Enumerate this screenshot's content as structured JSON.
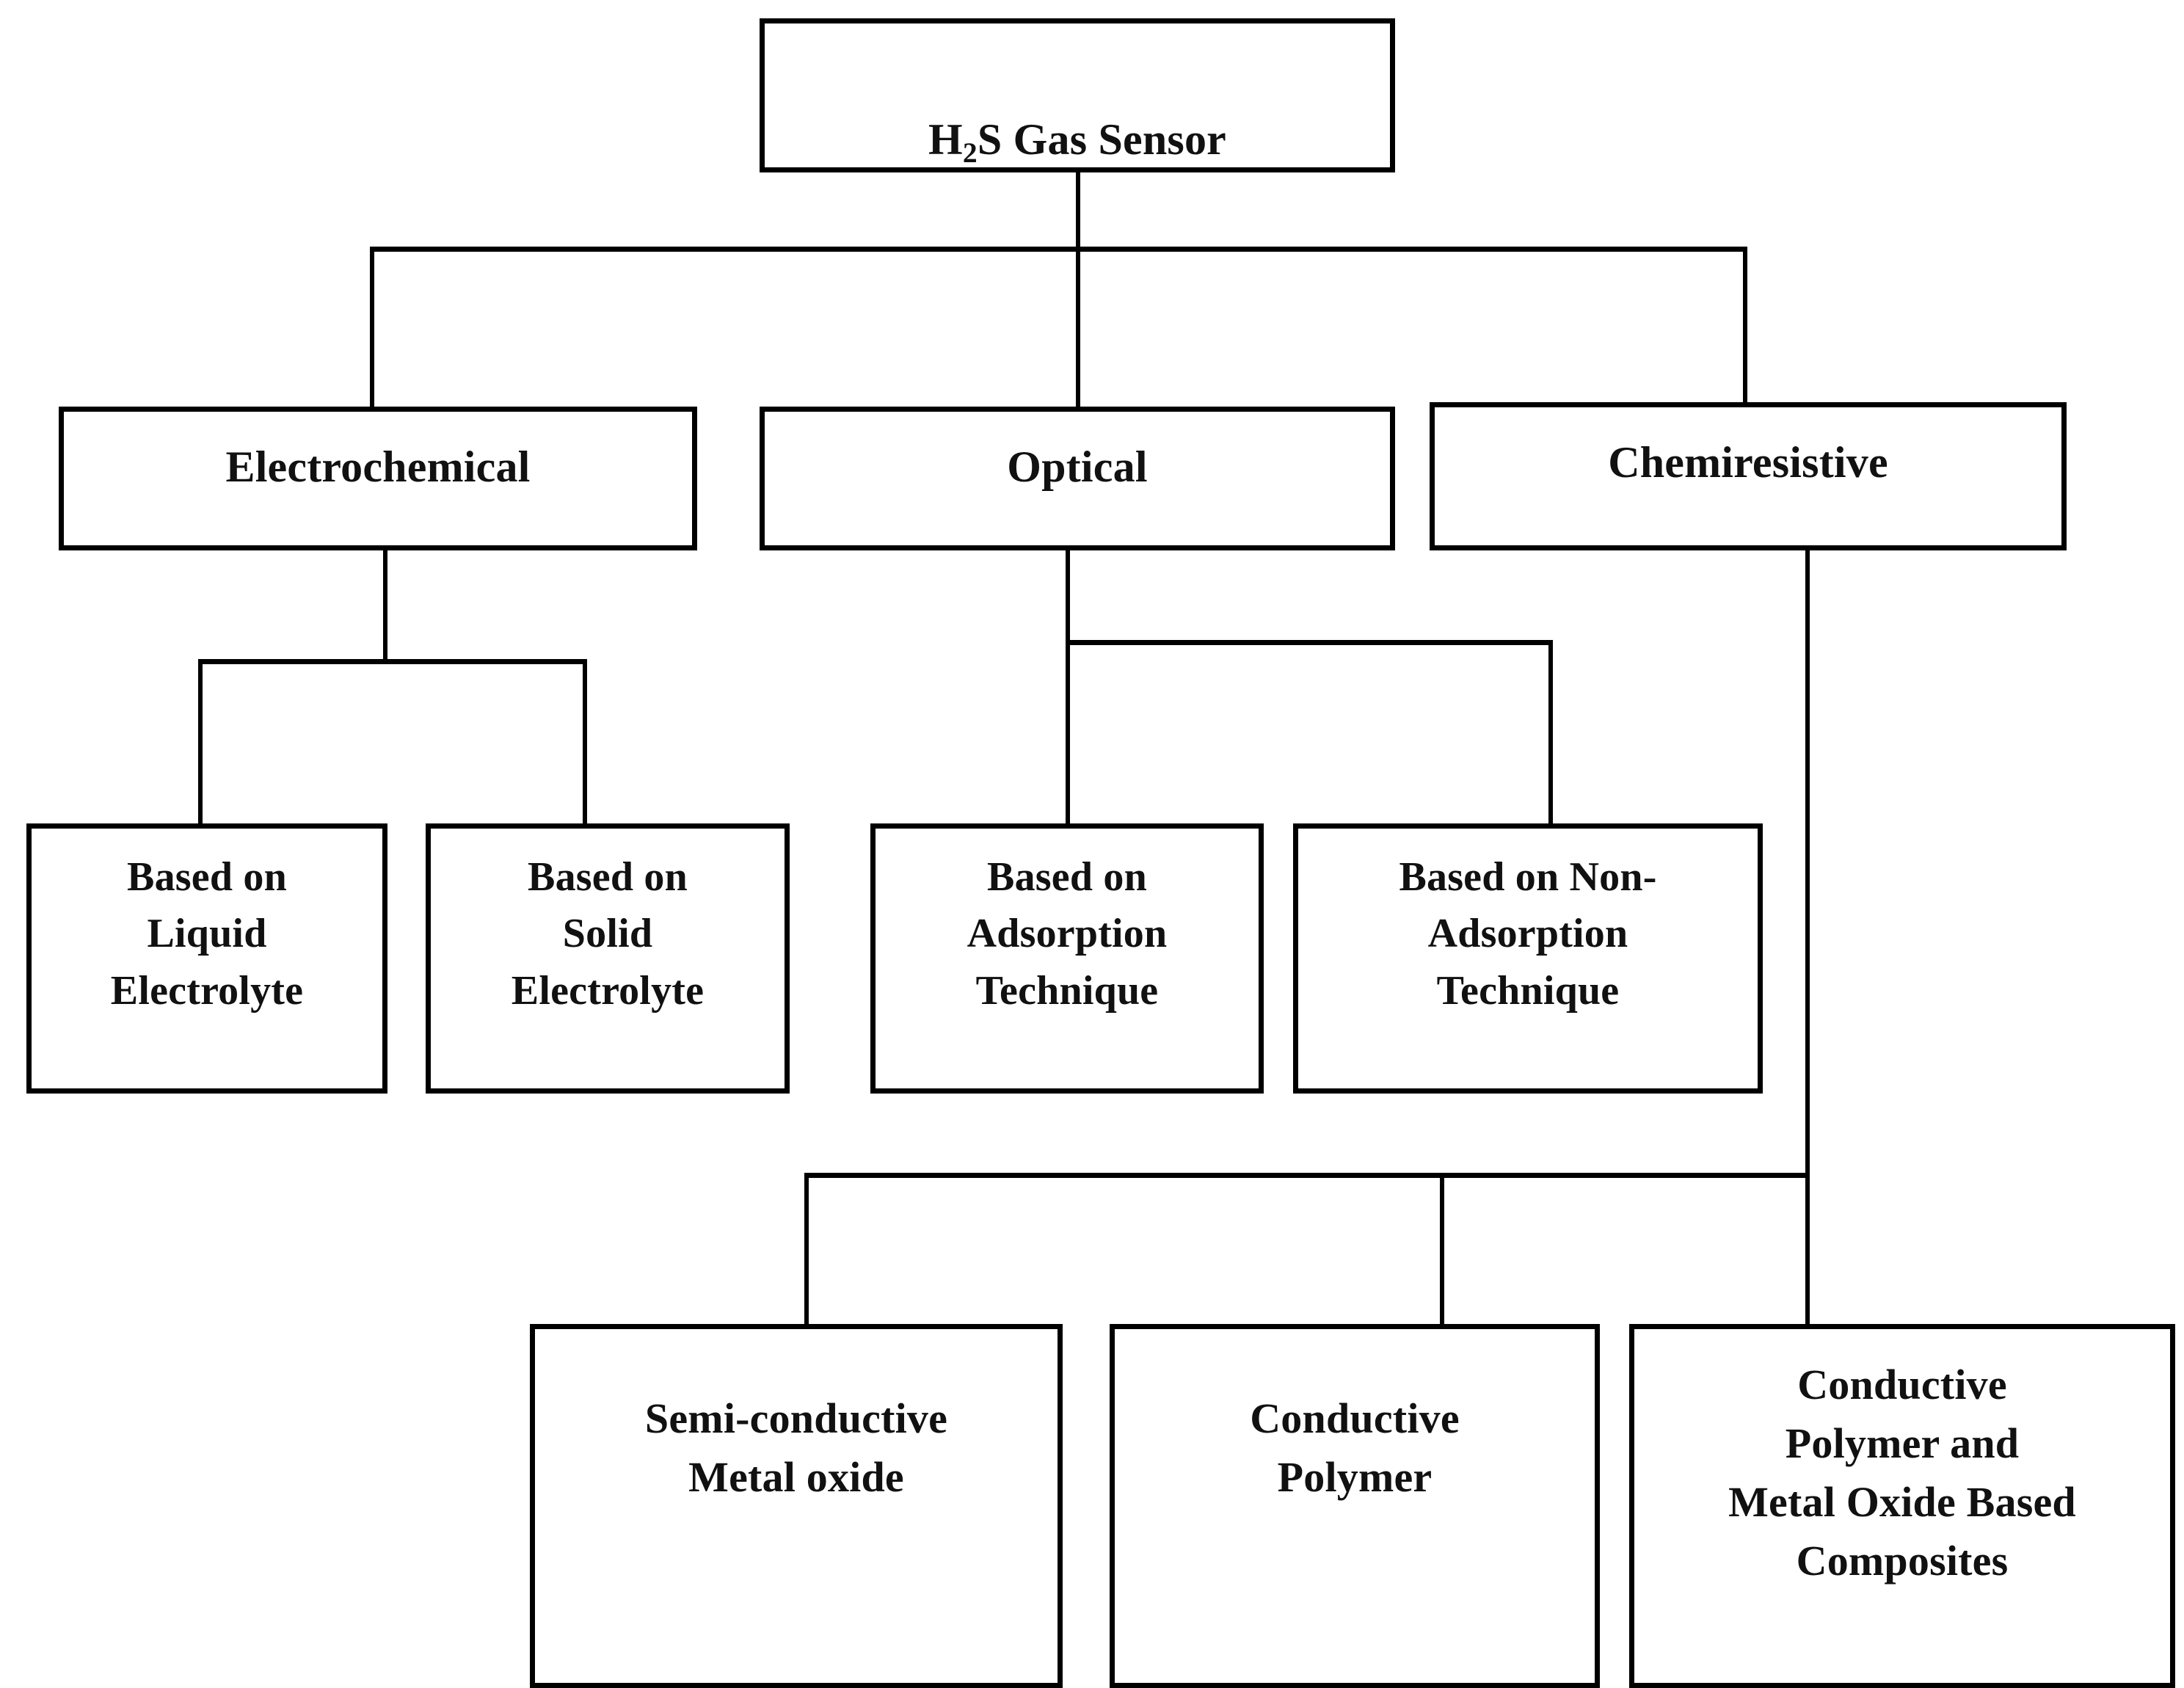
{
  "diagram": {
    "title": "H2S Gas Sensor classification tree",
    "background_color": "#ffffff",
    "line_color": "#000000",
    "text_color": "#111111"
  },
  "nodes": {
    "root": {
      "id": "h2s-gas-sensor",
      "text_before_sub": "H",
      "text_sub": "2",
      "text_after_sub": "S Gas Sensor",
      "plain": "H2S Gas Sensor"
    },
    "level2": [
      {
        "id": "electrochemical",
        "label": "Electrochemical"
      },
      {
        "id": "optical",
        "label": "Optical"
      },
      {
        "id": "chemiresistive",
        "label": "Chemiresistive"
      }
    ],
    "level3": [
      {
        "id": "liquid-electrolyte",
        "label": "Based on\nLiquid\nElectrolyte"
      },
      {
        "id": "solid-electrolyte",
        "label": "Based on\nSolid\nElectrolyte"
      },
      {
        "id": "adsorption-technique",
        "label": "Based on\nAdsorption\nTechnique"
      },
      {
        "id": "non-adsorption-technique",
        "label": "Based on Non-\nAdsorption\nTechnique"
      }
    ],
    "level4": [
      {
        "id": "semi-conductive-metal-oxide",
        "label": "Semi-conductive\nMetal oxide"
      },
      {
        "id": "conductive-polymer",
        "label": "Conductive\nPolymer"
      },
      {
        "id": "conductive-polymer-metal-oxide-composites",
        "label": "Conductive\nPolymer and\nMetal Oxide Based\nComposites"
      }
    ]
  }
}
